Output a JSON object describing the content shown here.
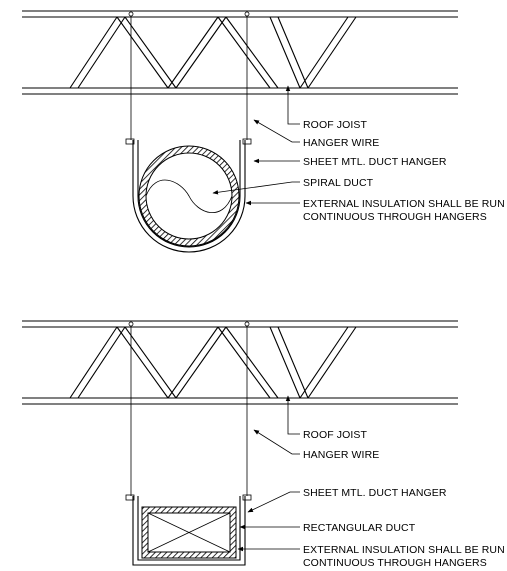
{
  "details": [
    {
      "labels": {
        "roof_joist": "ROOF JOIST",
        "hanger_wire": "HANGER WIRE",
        "duct_hanger": "SHEET MTL. DUCT HANGER",
        "duct": "SPIRAL DUCT",
        "insulation_line1": "EXTERNAL INSULATION SHALL BE RUN",
        "insulation_line2": "CONTINUOUS THROUGH HANGERS"
      }
    },
    {
      "labels": {
        "roof_joist": "ROOF JOIST",
        "hanger_wire": "HANGER WIRE",
        "duct_hanger": "SHEET MTL. DUCT HANGER",
        "duct": "RECTANGULAR DUCT",
        "insulation_line1": "EXTERNAL INSULATION SHALL BE RUN",
        "insulation_line2": "CONTINUOUS THROUGH HANGERS"
      }
    }
  ],
  "colors": {
    "line": "#000000",
    "background": "#ffffff"
  }
}
